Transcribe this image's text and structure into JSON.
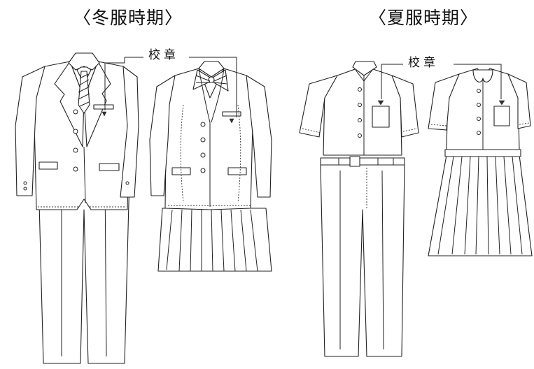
{
  "headings": {
    "winter": "〈冬服時期〉",
    "summer": "〈夏服時期〉"
  },
  "badge_label": {
    "winter": "校章",
    "summer": "校章"
  },
  "colors": {
    "line": "#222222",
    "background": "#ffffff"
  }
}
